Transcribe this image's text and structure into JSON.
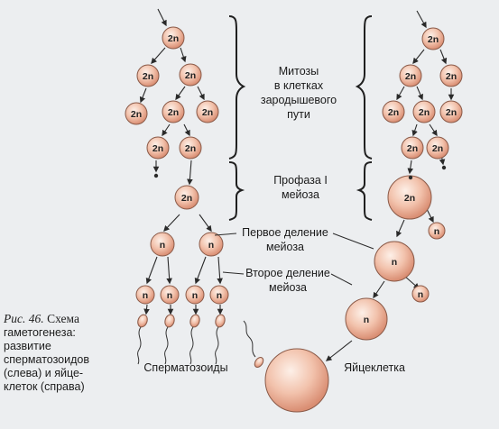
{
  "labels": {
    "mitosis_line1": "Митозы",
    "mitosis_line2": "в клетках",
    "mitosis_line3": "зародышевого",
    "mitosis_line4": "пути",
    "prophase_line1": "Профаза I",
    "prophase_line2": "мейоза",
    "first_div_line1": "Первое деление",
    "first_div_line2": "мейоза",
    "second_div_line1": "Второе деление",
    "second_div_line2": "мейоза",
    "sperm": "Сперматозоиды",
    "egg": "Яйцеклетка"
  },
  "cell_labels": {
    "diploid": "2n",
    "haploid": "n"
  },
  "caption": {
    "figure_number": "Рис. 46.",
    "title_word": "Схема",
    "lines": [
      "гаметогенеза:",
      "развитие",
      "сперматозоидов",
      "(слева) и яйце-",
      "клеток (справа)"
    ]
  },
  "colors": {
    "cell_fill_light": "#fbe3d6",
    "cell_fill_dark": "#e8a58c",
    "cell_stroke": "#8a5a48",
    "arrow": "#2a2a2a",
    "bracket": "#1f1f1f",
    "background": "#eceef0"
  }
}
